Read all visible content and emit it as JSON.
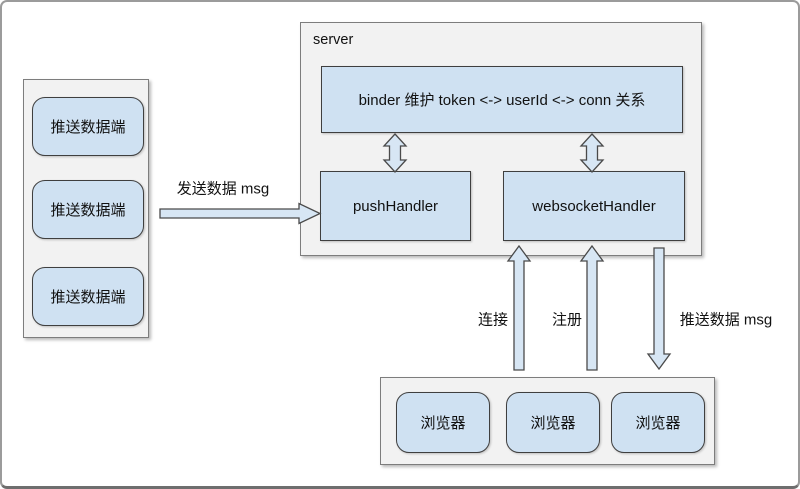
{
  "diagram": {
    "left_group": {
      "items": [
        {
          "label": "推送数据端"
        },
        {
          "label": "推送数据端"
        },
        {
          "label": "推送数据端"
        }
      ]
    },
    "server_group": {
      "title": "server",
      "binder_label": "binder 维护 token <-> userId <-> conn 关系",
      "push_handler_label": "pushHandler",
      "websocket_handler_label": "websocketHandler"
    },
    "browser_group": {
      "items": [
        {
          "label": "浏览器"
        },
        {
          "label": "浏览器"
        },
        {
          "label": "浏览器"
        }
      ]
    },
    "edge_labels": {
      "send": "发送数据 msg",
      "connect": "连接",
      "register": "注册",
      "push": "推送数据 msg"
    },
    "colors": {
      "node_fill": "#cfe1f2",
      "node_border": "#3f3f3f",
      "container_fill": "#f2f2f2",
      "container_border": "#7d7d7d",
      "arrow_fill": "#d7e6f4",
      "arrow_stroke": "#4a4a4a",
      "frame_border": "#9b9b9b",
      "text_color": "#111111"
    }
  }
}
